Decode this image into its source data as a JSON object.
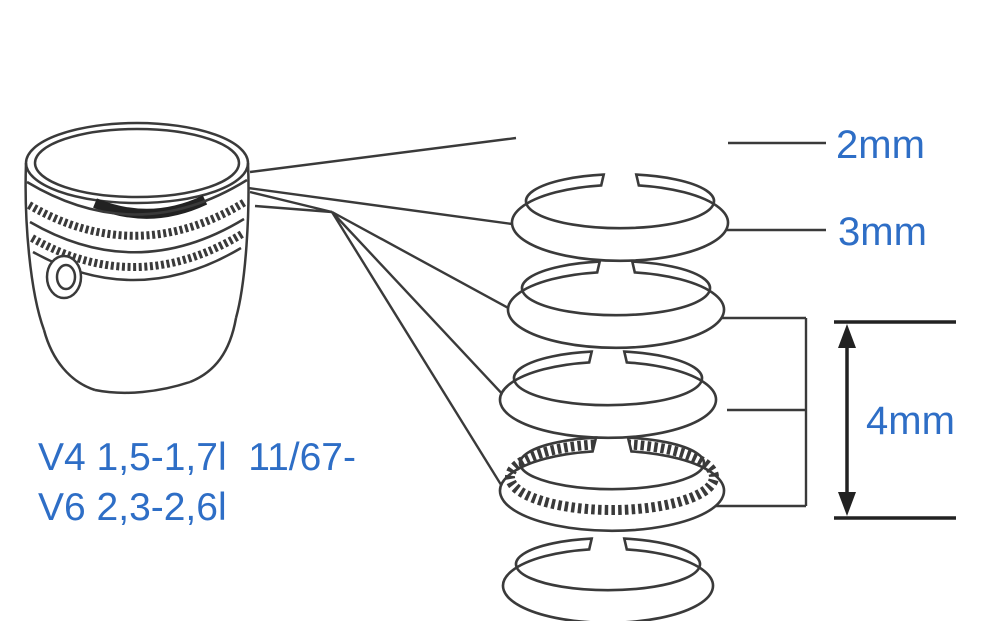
{
  "diagram": {
    "type": "piston-ring-set-exploded-view",
    "ring_labels": [
      {
        "id": "top-compression-ring",
        "size": "2mm"
      },
      {
        "id": "second-compression-ring",
        "size": "3mm"
      },
      {
        "id": "oil-ring-assembly",
        "size": "4mm"
      }
    ],
    "caption": {
      "line1": "V4 1,5-1,7l  11/67-",
      "line2": "V6 2,3-2,6l"
    },
    "colors": {
      "label_text": "#2e6ec6",
      "line": "#3a3a3a",
      "background": "#ffffff"
    }
  }
}
